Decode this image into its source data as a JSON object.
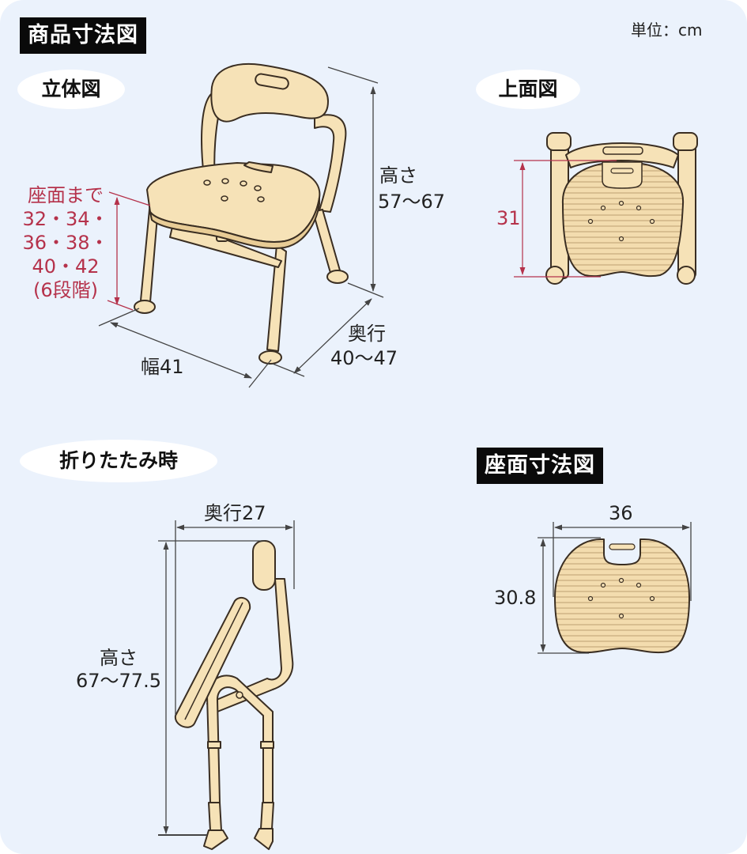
{
  "title": "商品寸法図",
  "unit": "単位：cm",
  "colors": {
    "background": "#ebf2fc",
    "chair_fill": "#f6e2b7",
    "chair_outline": "#3a2e22",
    "dimension_line": "#555555",
    "seat_height_accent": "#b5324b"
  },
  "views": {
    "isometric": {
      "label": "立体図",
      "seat_height": {
        "line1": "座面まで",
        "line2": "32・34・",
        "line3": "36・38・",
        "line4": "40・42",
        "line5": "(6段階)"
      },
      "height": {
        "label": "高さ",
        "value": "57〜67"
      },
      "depth": {
        "label": "奥行",
        "value": "40〜47"
      },
      "width": {
        "text": "幅41"
      }
    },
    "top": {
      "label": "上面図",
      "depth_value": "31"
    },
    "folded": {
      "label": "折りたたみ時",
      "depth_text": "奥行27",
      "height": {
        "label": "高さ",
        "value": "67〜77.5"
      }
    },
    "seat": {
      "label": "座面寸法図",
      "width_value": "36",
      "depth_value": "30.8"
    }
  }
}
